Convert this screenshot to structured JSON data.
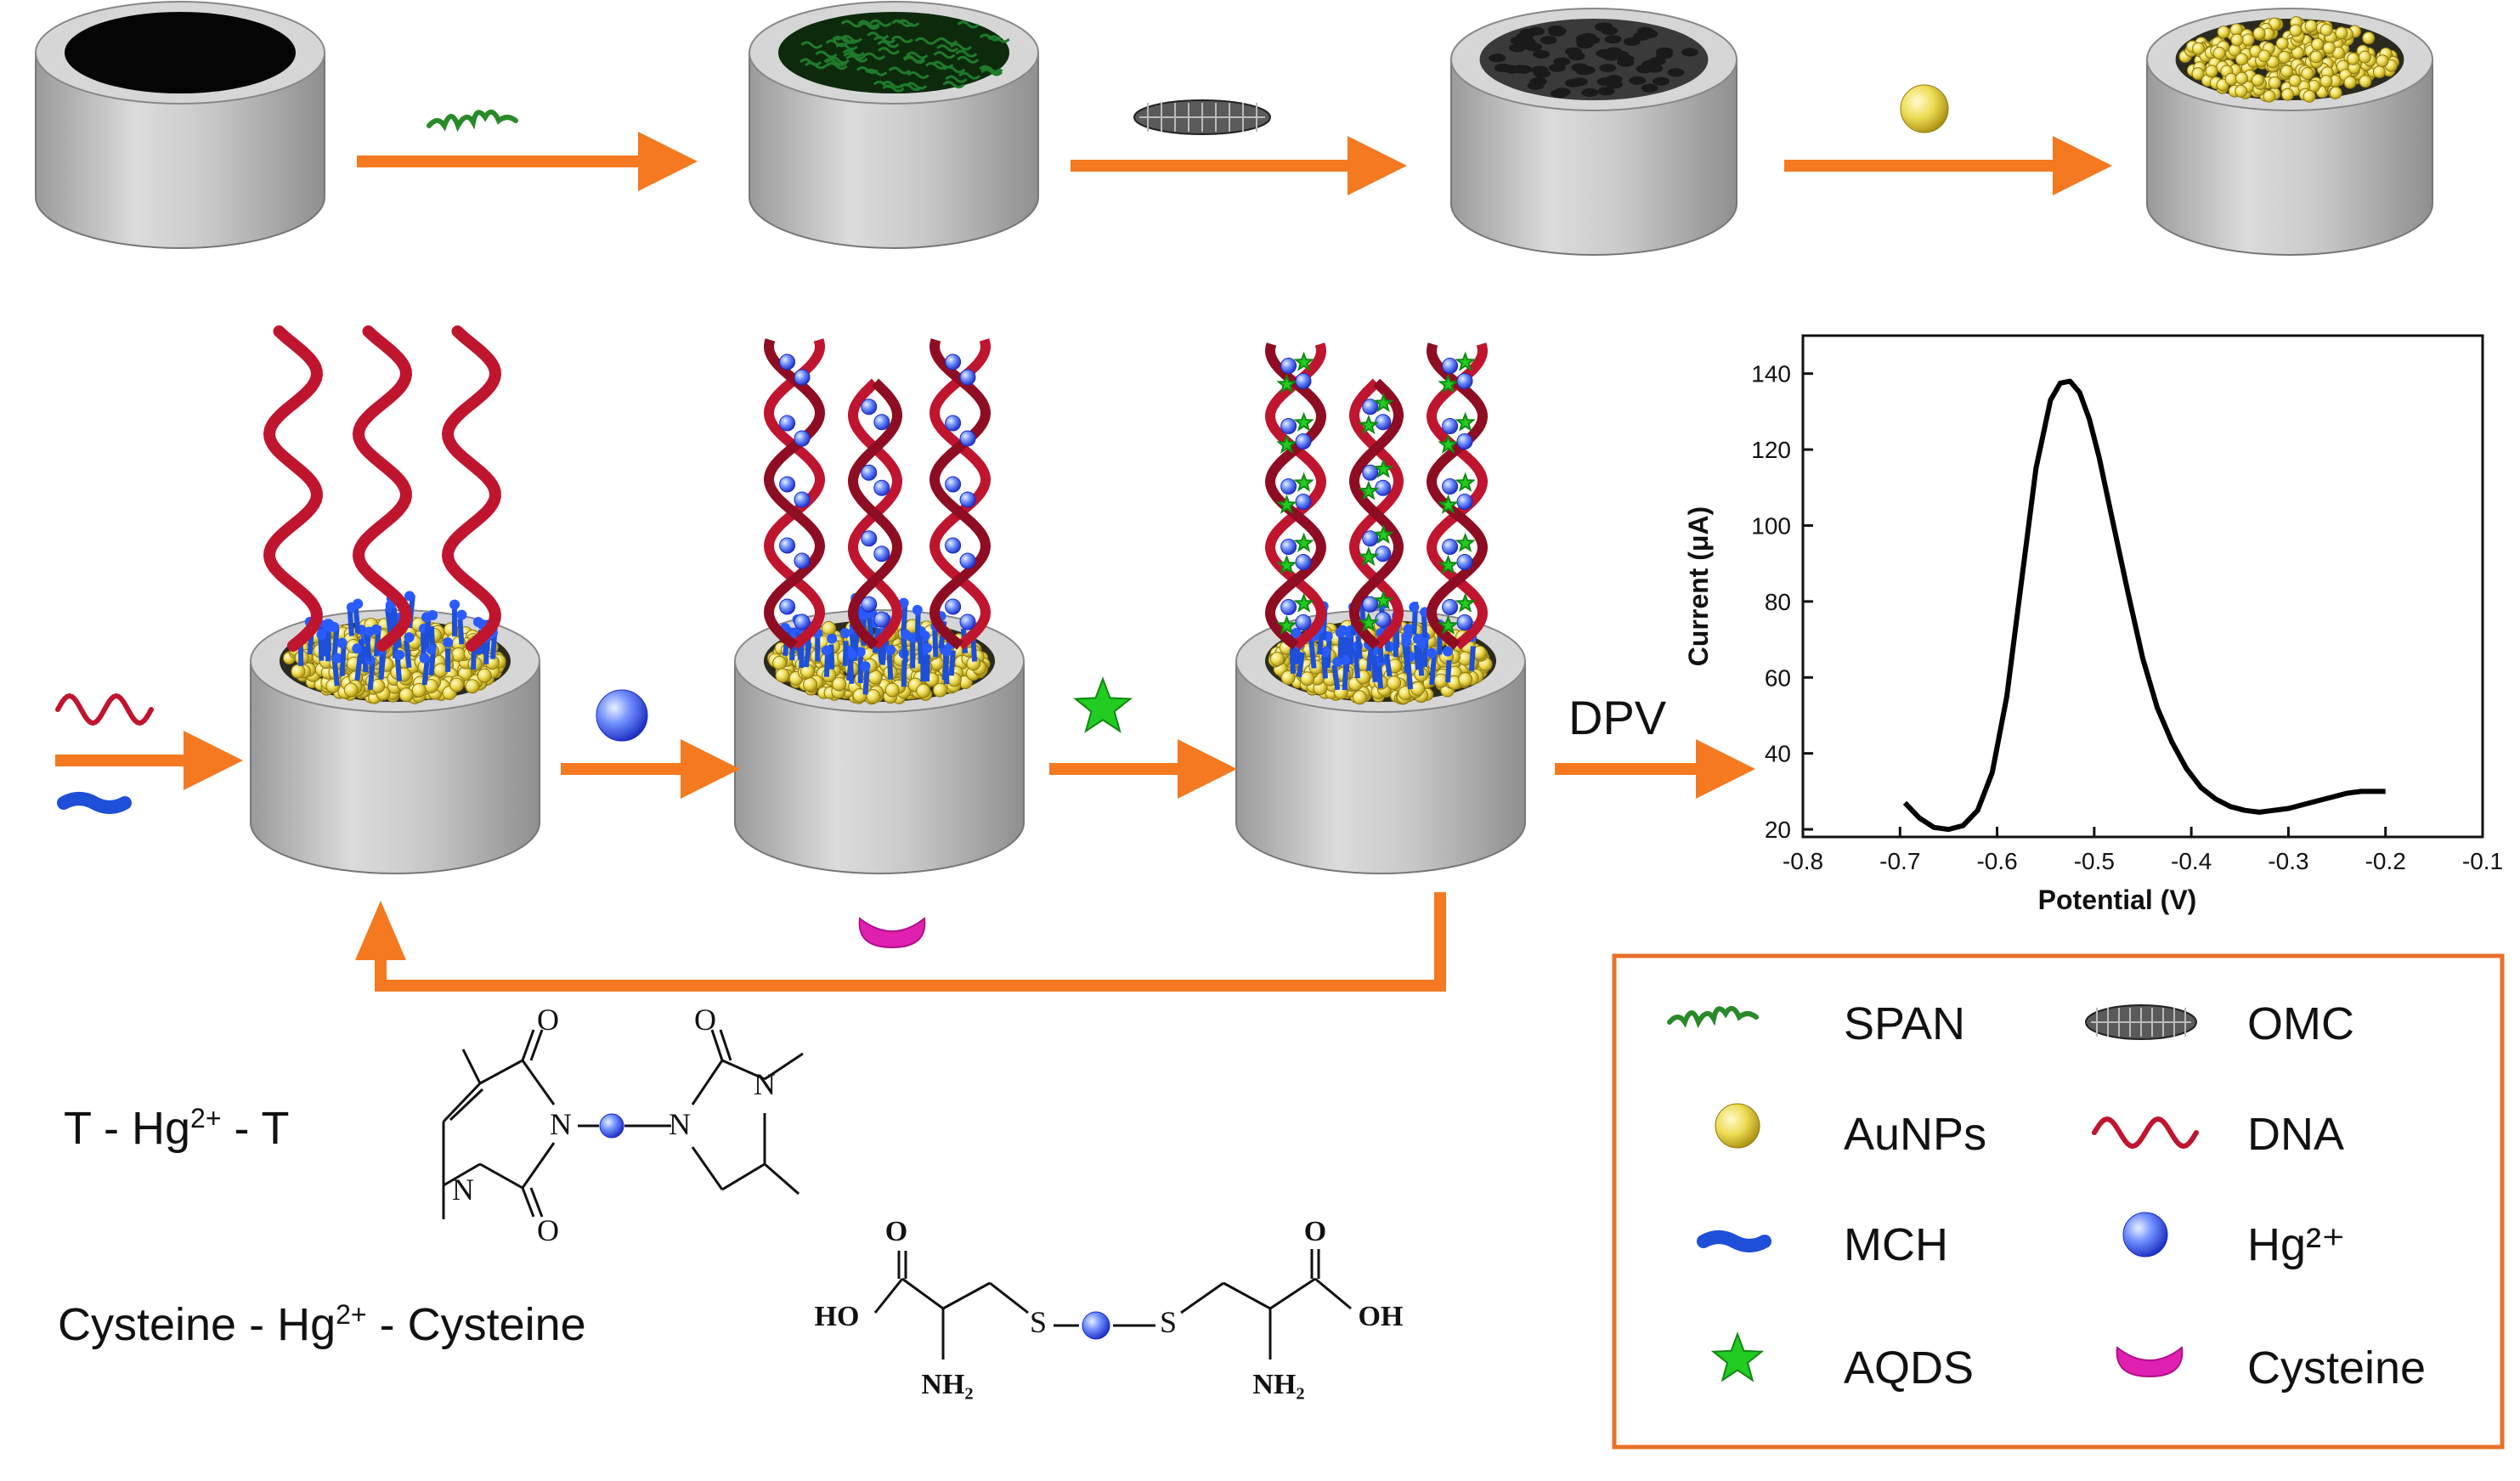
{
  "step_arrow_label": "DPV",
  "chart_data": {
    "type": "line",
    "title": "",
    "xlabel": "Potential (V)",
    "ylabel": "Current (μA)",
    "xlim": [
      -0.8,
      -0.1
    ],
    "ylim": [
      18,
      150
    ],
    "xticks": [
      "-0.8",
      "-0.7",
      "-0.6",
      "-0.5",
      "-0.4",
      "-0.3",
      "-0.2",
      "-0.1"
    ],
    "yticks": [
      "20",
      "40",
      "60",
      "80",
      "100",
      "120",
      "140"
    ],
    "grid": false,
    "series": [
      {
        "x": [
          -0.695,
          -0.68,
          -0.665,
          -0.65,
          -0.635,
          -0.62,
          -0.605,
          -0.59,
          -0.575,
          -0.56,
          -0.545,
          -0.535,
          -0.525,
          -0.515,
          -0.505,
          -0.495,
          -0.48,
          -0.465,
          -0.45,
          -0.435,
          -0.42,
          -0.405,
          -0.39,
          -0.375,
          -0.36,
          -0.345,
          -0.33,
          -0.315,
          -0.3,
          -0.285,
          -0.27,
          -0.255,
          -0.24,
          -0.225,
          -0.21,
          -0.2
        ],
        "y": [
          27,
          23,
          20.5,
          20,
          21,
          25,
          35,
          55,
          85,
          115,
          133,
          137.5,
          138,
          135,
          128,
          118,
          100,
          82,
          65,
          52,
          43,
          36,
          31,
          28,
          26,
          25,
          24.5,
          25,
          25.5,
          26.5,
          27.5,
          28.5,
          29.5,
          30,
          30,
          30
        ]
      }
    ]
  },
  "legend": [
    {
      "key": "span",
      "label": "SPAN"
    },
    {
      "key": "omc",
      "label": "OMC"
    },
    {
      "key": "aunps",
      "label": "AuNPs"
    },
    {
      "key": "dna",
      "label": "DNA"
    },
    {
      "key": "mch",
      "label": "MCH"
    },
    {
      "key": "hg",
      "label": "Hg²⁺"
    },
    {
      "key": "aqds",
      "label": "AQDS"
    },
    {
      "key": "cysteine",
      "label": "Cysteine"
    }
  ],
  "complex_t": {
    "prefix": "T - Hg",
    "sup": "2+",
    "suffix": " - T"
  },
  "complex_cys": {
    "prefix": "Cysteine - Hg",
    "sup": "2+",
    "suffix": " - Cysteine"
  },
  "chem": {
    "o": "O",
    "n": "N",
    "s": "S",
    "ho": "HO",
    "oh": "OH",
    "nh2": "NH₂"
  },
  "colors": {
    "arrow": "#f47920",
    "dna": "#c0152f",
    "mch": "#1e4fd8",
    "gold": "#f0d020",
    "aqds": "#22cc22",
    "cysteine": "#e020b0",
    "span": "#2a8a2a",
    "box": "#e8702a"
  }
}
